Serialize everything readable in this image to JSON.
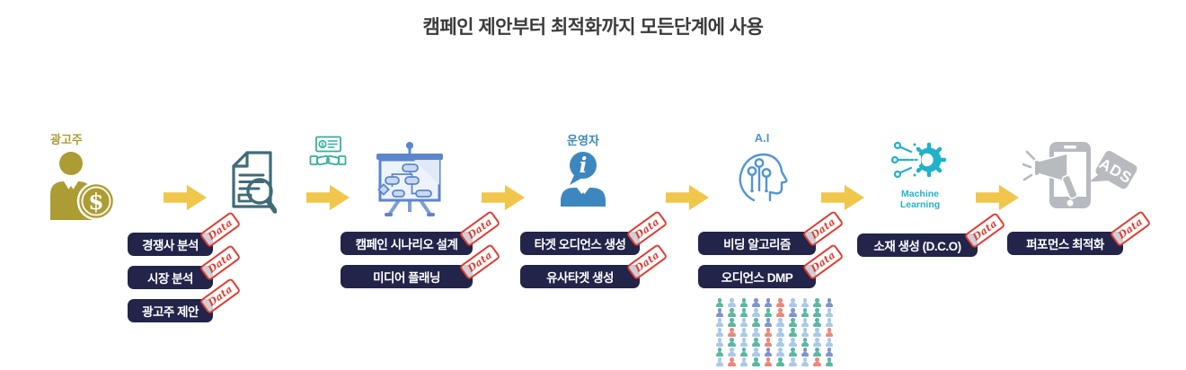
{
  "title": "캠페인 제안부터 최적화까지 모든단계에 사용",
  "stamp_label": "Data",
  "stage_labels": {
    "advertiser": "광고주",
    "operator": "운영자",
    "ai": "A.I",
    "machine_learning": "Machine Learning"
  },
  "icons": {
    "dollar": "$",
    "info": "i",
    "ads": "ADS"
  },
  "pills": {
    "analysis": [
      "경쟁사 분석",
      "시장 분석",
      "광고주 제안"
    ],
    "planning": [
      "캠페인 시나리오 설계",
      "미디어 플래닝"
    ],
    "audience": [
      "타겟 오디언스 생성",
      "유사타겟 생성"
    ],
    "algorithm": [
      "비딩 알고리즘",
      "오디언스 DMP"
    ],
    "creative": [
      "소재 생성 (D.C.O)"
    ],
    "performance": [
      "퍼포먼스 최적화"
    ]
  },
  "colors": {
    "arrow_yellow": "#f0c64b",
    "pill_navy": "#222449",
    "stamp_red": "#e23b30",
    "advertiser_gold": "#ab9c34",
    "document_teal": "#3f6b77",
    "handshake_teal": "#35b09a",
    "board_blue": "#5b86cc",
    "operator_blue": "#3d87c0",
    "ai_blue": "#5095d5",
    "ml_cyan": "#20b2c8",
    "ads_gray": "#b7babf"
  },
  "audience_grid": {
    "rows": 7,
    "cols": 10,
    "palette": {
      "B": "#a9c9e8",
      "T": "#5bb8a0",
      "R": "#e9897b",
      "P": "#8093d0"
    },
    "pattern": [
      "TBTPPRBBTP",
      "PTTBTRPTTB",
      "BTBTPBTBTB",
      "BRBBRBTBBR",
      "BTBTRBBTBB",
      "TBTBPBTPTP",
      "BRBTRTBBRT"
    ]
  }
}
